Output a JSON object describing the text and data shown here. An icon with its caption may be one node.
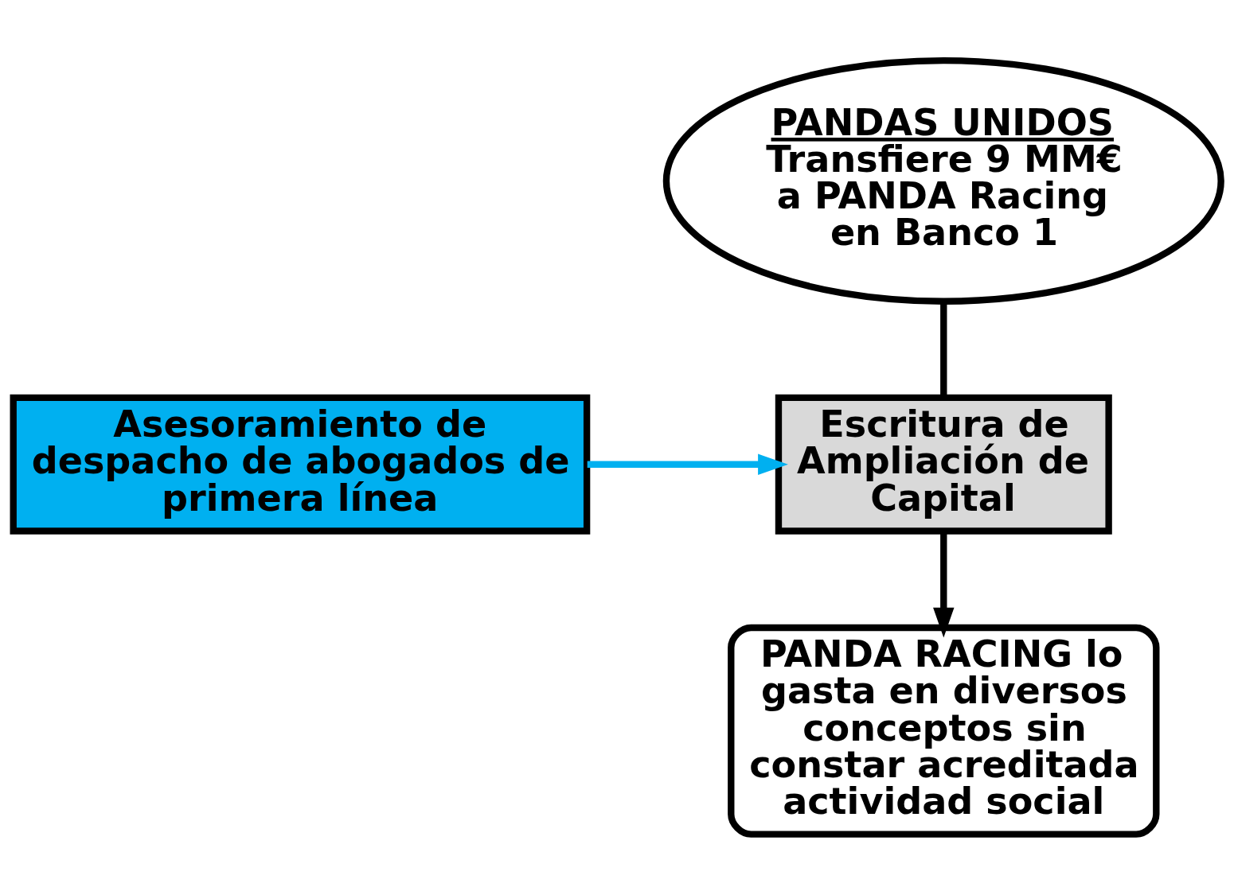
{
  "diagram": {
    "nodes": [
      {
        "text": [
          "PANDAS UNIDOS",
          "Transfiere 9 MM€ a PANDA Racing en Banco 1"
        ]
      },
      {
        "text": [
          "Asesoramiento de despacho de abogados de primera línea"
        ]
      },
      {
        "text": [
          "Escritura de Ampliación de Capital"
        ]
      },
      {
        "text": [
          "PANDA RACING lo gasta en diversos conceptos sin constar acreditada actividad social"
        ]
      }
    ],
    "edges": [
      {
        "from": 0,
        "to": 2,
        "arrow": "none"
      },
      {
        "from": 1,
        "to": 2,
        "arrow": "to",
        "color": "#00b0f0"
      },
      {
        "from": 2,
        "to": 3,
        "arrow": "to"
      }
    ]
  }
}
